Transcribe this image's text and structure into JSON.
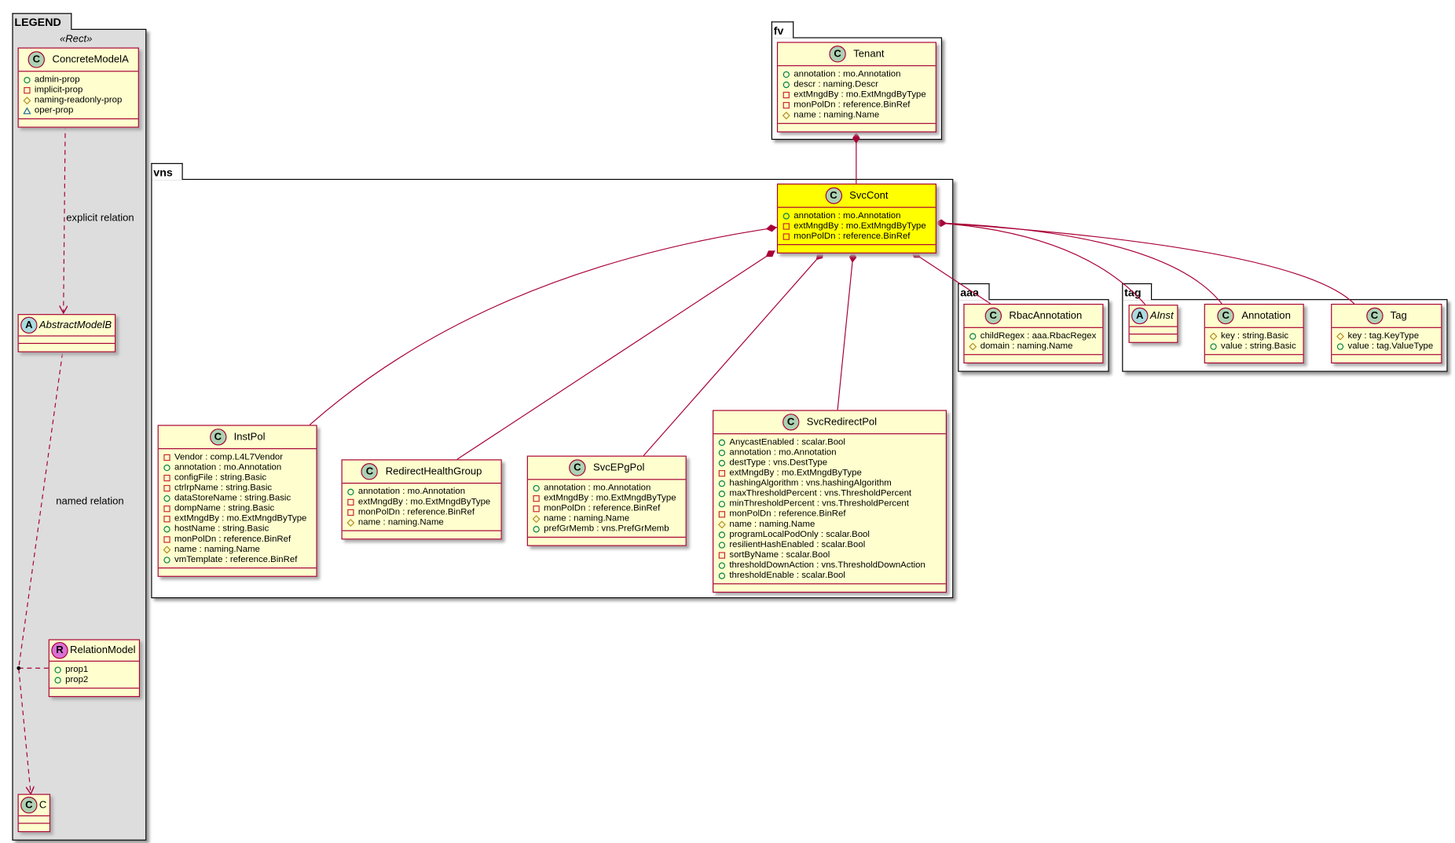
{
  "colors": {
    "border": "#A80036",
    "class_bg": "#FEFECE",
    "highlight": "#FFFF00",
    "legend_bg": "#DDDDDD",
    "icon_class": "#ADD1B2",
    "icon_abstract": "#A9DCDF",
    "icon_relation": "#DA70D6"
  },
  "packages": {
    "legend": "LEGEND",
    "fv": "fv",
    "vns": "vns",
    "aaa": "aaa",
    "tag": "tag"
  },
  "legend": {
    "stereotype": "«Rect»",
    "explicit_relation": "explicit relation",
    "named_relation": "named relation"
  },
  "classes": [
    {
      "id": "ConcreteModelA",
      "kind": "C",
      "name": "ConcreteModelA",
      "attrs": [
        [
          "+",
          "admin-prop"
        ],
        [
          "-",
          "implicit-prop"
        ],
        [
          "#",
          "naming-readonly-prop"
        ],
        [
          "~",
          "oper-prop"
        ]
      ]
    },
    {
      "id": "AbstractModelB",
      "kind": "A",
      "name": "AbstractModelB",
      "attrs": []
    },
    {
      "id": "RelationModel",
      "kind": "R",
      "name": "RelationModel",
      "attrs": [
        [
          "+",
          "prop1"
        ],
        [
          "+",
          "prop2"
        ]
      ]
    },
    {
      "id": "C",
      "kind": "C",
      "name": "C",
      "attrs": []
    },
    {
      "id": "Tenant",
      "kind": "C",
      "name": "Tenant",
      "attrs": [
        [
          "+",
          "annotation : mo.Annotation"
        ],
        [
          "+",
          "descr : naming.Descr"
        ],
        [
          "-",
          "extMngdBy : mo.ExtMngdByType"
        ],
        [
          "-",
          "monPolDn : reference.BinRef"
        ],
        [
          "#",
          "name : naming.Name"
        ]
      ]
    },
    {
      "id": "SvcCont",
      "kind": "C",
      "name": "SvcCont",
      "highlight": true,
      "attrs": [
        [
          "+",
          "annotation : mo.Annotation"
        ],
        [
          "-",
          "extMngdBy : mo.ExtMngdByType"
        ],
        [
          "-",
          "monPolDn : reference.BinRef"
        ]
      ]
    },
    {
      "id": "InstPol",
      "kind": "C",
      "name": "InstPol",
      "attrs": [
        [
          "-",
          "Vendor : comp.L4L7Vendor"
        ],
        [
          "+",
          "annotation : mo.Annotation"
        ],
        [
          "-",
          "configFile : string.Basic"
        ],
        [
          "-",
          "ctrlrpName : string.Basic"
        ],
        [
          "+",
          "dataStoreName : string.Basic"
        ],
        [
          "-",
          "dompName : string.Basic"
        ],
        [
          "-",
          "extMngdBy : mo.ExtMngdByType"
        ],
        [
          "+",
          "hostName : string.Basic"
        ],
        [
          "-",
          "monPolDn : reference.BinRef"
        ],
        [
          "#",
          "name : naming.Name"
        ],
        [
          "+",
          "vmTemplate : reference.BinRef"
        ]
      ]
    },
    {
      "id": "RedirectHealthGroup",
      "kind": "C",
      "name": "RedirectHealthGroup",
      "attrs": [
        [
          "+",
          "annotation : mo.Annotation"
        ],
        [
          "-",
          "extMngdBy : mo.ExtMngdByType"
        ],
        [
          "-",
          "monPolDn : reference.BinRef"
        ],
        [
          "#",
          "name : naming.Name"
        ]
      ]
    },
    {
      "id": "SvcEPgPol",
      "kind": "C",
      "name": "SvcEPgPol",
      "attrs": [
        [
          "+",
          "annotation : mo.Annotation"
        ],
        [
          "-",
          "extMngdBy : mo.ExtMngdByType"
        ],
        [
          "-",
          "monPolDn : reference.BinRef"
        ],
        [
          "#",
          "name : naming.Name"
        ],
        [
          "+",
          "prefGrMemb : vns.PrefGrMemb"
        ]
      ]
    },
    {
      "id": "SvcRedirectPol",
      "kind": "C",
      "name": "SvcRedirectPol",
      "attrs": [
        [
          "+",
          "AnycastEnabled : scalar.Bool"
        ],
        [
          "+",
          "annotation : mo.Annotation"
        ],
        [
          "+",
          "destType : vns.DestType"
        ],
        [
          "-",
          "extMngdBy : mo.ExtMngdByType"
        ],
        [
          "+",
          "hashingAlgorithm : vns.hashingAlgorithm"
        ],
        [
          "+",
          "maxThresholdPercent : vns.ThresholdPercent"
        ],
        [
          "+",
          "minThresholdPercent : vns.ThresholdPercent"
        ],
        [
          "-",
          "monPolDn : reference.BinRef"
        ],
        [
          "#",
          "name : naming.Name"
        ],
        [
          "+",
          "programLocalPodOnly : scalar.Bool"
        ],
        [
          "+",
          "resilientHashEnabled : scalar.Bool"
        ],
        [
          "-",
          "sortByName : scalar.Bool"
        ],
        [
          "+",
          "thresholdDownAction : vns.ThresholdDownAction"
        ],
        [
          "+",
          "thresholdEnable : scalar.Bool"
        ]
      ]
    },
    {
      "id": "RbacAnnotation",
      "kind": "C",
      "name": "RbacAnnotation",
      "attrs": [
        [
          "+",
          "childRegex : aaa.RbacRegex"
        ],
        [
          "#",
          "domain : naming.Name"
        ]
      ]
    },
    {
      "id": "AInst",
      "kind": "A",
      "name": "AInst",
      "attrs": []
    },
    {
      "id": "Annotation",
      "kind": "C",
      "name": "Annotation",
      "attrs": [
        [
          "#",
          "key : string.Basic"
        ],
        [
          "+",
          "value : string.Basic"
        ]
      ]
    },
    {
      "id": "Tag",
      "kind": "C",
      "name": "Tag",
      "attrs": [
        [
          "#",
          "key : tag.KeyType"
        ],
        [
          "+",
          "value : tag.ValueType"
        ]
      ]
    }
  ]
}
